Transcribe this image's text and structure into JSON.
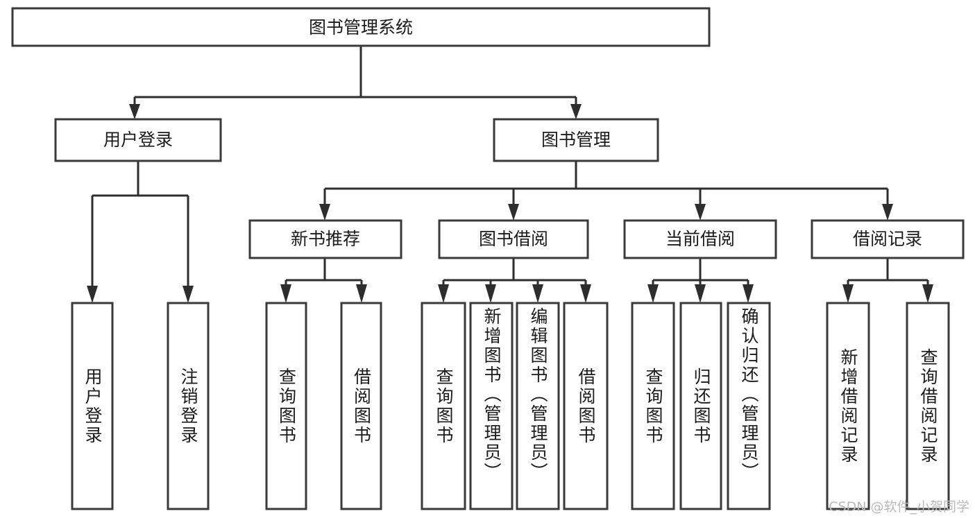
{
  "diagram": {
    "title": "图书管理系统",
    "type": "tree",
    "watermark": "CSDN @软件_小贺同学",
    "colors": {
      "box_fill": "#ffffff",
      "box_stroke": "#3a3a3a",
      "connector": "#2e2e2e",
      "text": "#1b1b1b",
      "watermark": "#b9b9b9",
      "background": "#ffffff"
    },
    "root": {
      "label": "图书管理系统"
    },
    "level2": [
      {
        "label": "用户登录"
      },
      {
        "label": "图书管理"
      }
    ],
    "level3": [
      {
        "label": "新书推荐"
      },
      {
        "label": "图书借阅"
      },
      {
        "label": "当前借阅"
      },
      {
        "label": "借阅记录"
      }
    ],
    "leaves": {
      "user_login": [
        {
          "label": "用户登录"
        },
        {
          "label": "注销登录"
        }
      ],
      "new_book_recommend": [
        {
          "label": "查询图书"
        },
        {
          "label": "借阅图书"
        }
      ],
      "book_borrow": [
        {
          "label": "查询图书"
        },
        {
          "label": "新增图书（管理员）"
        },
        {
          "label": "编辑图书（管理员）"
        },
        {
          "label": "借阅图书"
        }
      ],
      "current_borrow": [
        {
          "label": "查询图书"
        },
        {
          "label": "归还图书"
        },
        {
          "label": "确认归还（管理员）"
        }
      ],
      "borrow_record": [
        {
          "label": "新增借阅记录"
        },
        {
          "label": "查询借阅记录"
        }
      ]
    }
  }
}
